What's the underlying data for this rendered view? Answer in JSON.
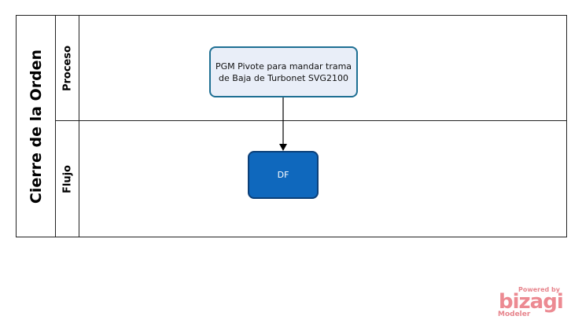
{
  "pool": {
    "title": "Cierre de la Orden"
  },
  "lanes": [
    {
      "title": "Proceso"
    },
    {
      "title": "Flujo"
    }
  ],
  "tasks": [
    {
      "label": "PGM Pivote para mandar trama de Baja de Turbonet SVG2100"
    },
    {
      "label": "DF"
    }
  ],
  "branding": {
    "powered_by": "Powered by",
    "name": "bizagi",
    "product": "Modeler"
  },
  "colors": {
    "task1_fill": "#e9eef8",
    "task1_border": "#1e6f93",
    "task2_fill": "#0f68bd",
    "task2_border": "#0b3f78"
  }
}
